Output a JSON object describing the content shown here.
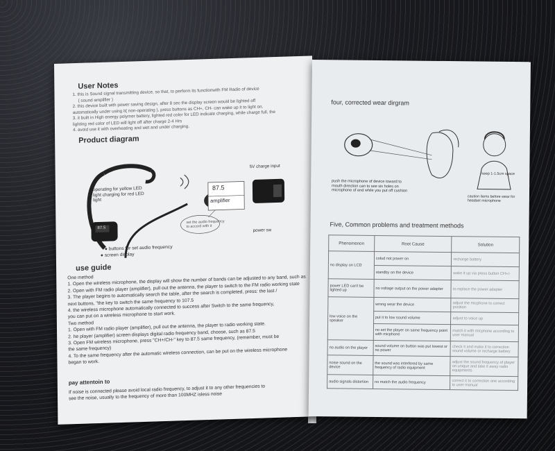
{
  "left_page": {
    "user_notes_title": "User Notes",
    "user_notes": [
      "1. this is Sound signal transmitting device,  so that, to perform its functionwith FM Radio of device",
      "( sound amplifier )",
      "2. this device built with power saving design,  after 8 sec the display screen would be lighted off",
      "automatically under using it( non-operating ), press buttons as CH+,  CH- can wake up it to light on.",
      "3. it built in High energy polymer battery, lighted red color for LED indicate charging, while charge full, the",
      "lighting red color of LED will light off after charge 2-4 Hrs",
      "4. avoid use it with overheating and wet and under charging."
    ],
    "product_diagram_title": "Product diagram",
    "display_freq": "87.5",
    "display_label": "amplifier",
    "callout_text": "set the audio frequency to accord with it",
    "charge_input": "5V charge input",
    "power_sw": "power sw",
    "led_label": "operating for yellow LED light charging for red LED light",
    "buttons_label": "buttons for set audio frequency",
    "screen_label": "screen display",
    "device_screen_text": "87.5",
    "use_guide_title": "use guide",
    "one_method_title": "One method",
    "one_method": [
      "1. Open the wireless microphone, the display will show the number of bands can be adjusted to any band, such as",
      "2. Open with FM radio player (amplifier), pull out the antenna, the player to switch to the FM radio working state",
      "3. The player begins to automatically search the table, after the search is completed, press: the last /",
      "next buttons, \"the key to switch the same frequency to 107.5",
      "4. the wireless microphone automatically connected to success  after  Switch to the same frequency,",
      "you can put on a wireless microphone to start  work."
    ],
    "two_method_title": "Two method",
    "two_method": [
      "1. Open with FM radio player (amplifier), pull out the antenna, the player to radio working state.",
      "2. he player (amplifier) screen displays digital radio frequency band, choose, such as 87.5",
      "3. Open FM wireless microphone, press \"CH+/CH-\" key to 87.5 same frequency, (remember, must be",
      "the same frequency)",
      "4. To the same frequency after the automatic wireless connection, can be put on the wireless microphone",
      "began to work."
    ],
    "attention_title": "pay attentoin to",
    "attention": [
      "If noise is connected please avoid local radio frequency, to adjust it to any other frequencies to",
      "see the noise, usually to the frequency of more than 100MHZ isless noise"
    ]
  },
  "right_page": {
    "wear_title": "four, corrected wear dirgram",
    "push_label": "push the microphone of device toward to mouth direction can to see six holes on microphone of end while you put off cushion",
    "keep_label": "keep 1-1.5cm space",
    "caution_label": "caution items before wear for headset microphone",
    "problems_title": "Five, Common problems and treatment methods",
    "table_headers": [
      "Phenomenon",
      "Root Cause",
      "Solution"
    ],
    "rows": [
      {
        "phen": "no display on LCD",
        "cause": "colud not power on",
        "sol": "recharge battery"
      },
      {
        "phen": "",
        "cause": "standby on the device",
        "sol": "wake it up via press button CH+/-"
      },
      {
        "phen": "power LED can't be lighted up",
        "cause": "no voltage output on the power adapter",
        "sol": "to replace the power adapter"
      },
      {
        "phen": "low voice on the speaker",
        "cause": "wrong wear the device",
        "sol": "adjust the micphone to correct position"
      },
      {
        "phen": "",
        "cause": "put it to low sound volume",
        "sol": "adjust to voice up"
      },
      {
        "phen": "",
        "cause": "no set the player on same frequency point with micphone",
        "sol": "match it with micphone according to user manual"
      },
      {
        "phen": "no audio on the player",
        "cause": "sound volume on button was put lowest or no power",
        "sol": "check it and make it to correction sound volume or recharge battery"
      },
      {
        "phen": "noise sound on the device",
        "cause": "the sound was interfered by same frequency of radio equipment",
        "sol": "adjust the sound frequency of player on unique and take it away radio equipments"
      },
      {
        "phen": "audio signals distortion",
        "cause": "no match the audio frequency",
        "sol": "correct it to correction one according to user manual"
      }
    ]
  },
  "colors": {
    "page": "#eef0f2",
    "ink": "#333333",
    "background": "#1c1d22"
  }
}
